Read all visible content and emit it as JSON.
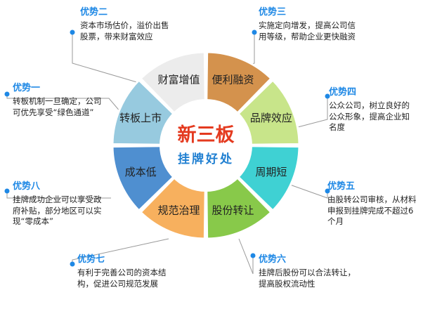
{
  "center": {
    "title": "新三板",
    "subtitle": "挂牌好处"
  },
  "segments": [
    {
      "label": "财富增值",
      "color": "#ececec"
    },
    {
      "label": "便利融资",
      "color": "#d4924d"
    },
    {
      "label": "品牌效应",
      "color": "#c8e58a"
    },
    {
      "label": "周期短",
      "color": "#3fd1d3"
    },
    {
      "label": "股份转让",
      "color": "#88c94a"
    },
    {
      "label": "规范治理",
      "color": "#f7b05e"
    },
    {
      "label": "成本低",
      "color": "#4f8fd0"
    },
    {
      "label": "转板上市",
      "color": "#97cadf"
    }
  ],
  "callouts": [
    {
      "head": "优势二",
      "body": "资本市场估价，溢价出售股票，带来财富效应"
    },
    {
      "head": "优势三",
      "body": "实施定向增发，提高公司信用等级，帮助企业更快融资"
    },
    {
      "head": "优势一",
      "body": "转板机制一旦确定，公司可优先享受“绿色通道”"
    },
    {
      "head": "优势四",
      "body": "公众公司，树立良好的公众形象，提高企业知名度"
    },
    {
      "head": "优势八",
      "body": "挂牌成功企业可以享受政府补贴，部分地区可以实现“零成本”"
    },
    {
      "head": "优势五",
      "body": "由股转公司审核，从材料申报到挂牌完成不超过6个月"
    },
    {
      "head": "优势七",
      "body": "有利于完善公司的资本结构，促进公司规范发展"
    },
    {
      "head": "优势六",
      "body": "挂牌后股份可以合法转让，提高股权流动性"
    }
  ]
}
